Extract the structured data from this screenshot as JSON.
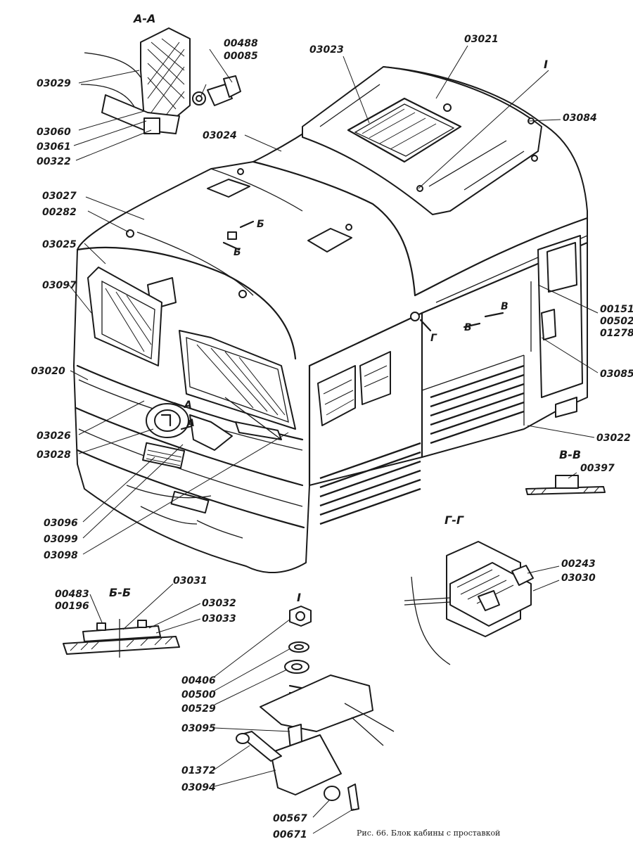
{
  "caption": "Рис. 66. Блок кабины с проставкой",
  "sections": {
    "aa": "А-А",
    "bb": "Б-Б",
    "vv": "В-В",
    "gg": "Г-Г",
    "detail_i": "I"
  },
  "markers": {
    "b1": "Б",
    "b2": "Б",
    "v1": "В",
    "v2": "В",
    "g1": "Г",
    "a1": "А",
    "a2": "А",
    "i_top": "I"
  },
  "labels": {
    "p00488": "00488",
    "p00085": "00085",
    "p03029": "03029",
    "p03060": "03060",
    "p03061": "03061",
    "p00322": "00322",
    "p03023": "03023",
    "p03021": "03021",
    "p03084": "03084",
    "p03024": "03024",
    "p03027": "03027",
    "p00282": "00282",
    "p03025": "03025",
    "p03097": "03097",
    "p00151": "00151",
    "p00502": "00502",
    "p01278": "01278",
    "p03020": "03020",
    "p03085": "03085",
    "p03026": "03026",
    "p03028": "03028",
    "p03022": "03022",
    "p00397": "00397",
    "p03096": "03096",
    "p03099": "03099",
    "p03098": "03098",
    "p00243": "00243",
    "p03030": "03030",
    "p00483": "00483",
    "p00196": "00196",
    "p03031": "03031",
    "p03032": "03032",
    "p03033": "03033",
    "p00406": "00406",
    "p00500": "00500",
    "p00529": "00529",
    "p03095": "03095",
    "p01372": "01372",
    "p03094": "03094",
    "p00567": "00567",
    "p00671": "00671"
  }
}
